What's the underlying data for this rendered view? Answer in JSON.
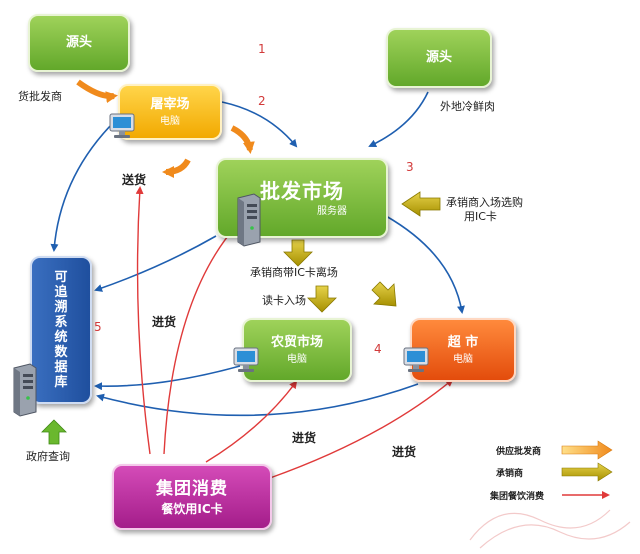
{
  "nodes": {
    "source_left": {
      "title": "源头"
    },
    "source_right": {
      "title": "源头"
    },
    "slaughterhouse": {
      "title": "屠宰场",
      "device": "电脑"
    },
    "wholesale_market": {
      "title": "批发市场",
      "device": "服务器"
    },
    "farmers_market": {
      "title": "农贸市场",
      "device": "电脑"
    },
    "supermarket": {
      "title": "超 市",
      "device": "电脑"
    },
    "group_consumption": {
      "title": "集团消费",
      "subtitle": "餐饮用IC卡"
    },
    "trace_db": {
      "title": "可追溯系统数据库"
    }
  },
  "labels": {
    "wholesaler": "货批发商",
    "frozen_meat": "外地冷鲜肉",
    "delivery": "送货",
    "dealer_entry": "承销商入场选购",
    "dealer_entry_2": "用IC卡",
    "dealer_exit": "承销商带IC卡离场",
    "card_entry": "读卡入场",
    "purchase_1": "进货",
    "purchase_2": "进货",
    "purchase_3": "进货",
    "gov_query": "政府查询"
  },
  "numbers": [
    "1",
    "2",
    "3",
    "4",
    "5"
  ],
  "legend": [
    {
      "label": "供应批发商",
      "color": "#f5a623"
    },
    {
      "label": "承销商",
      "color": "#b8a000"
    },
    {
      "label": "集团餐饮消费",
      "color": "#e03a3a"
    }
  ],
  "colors": {
    "blue_arrow": "#1f5fb0",
    "red_arrow": "#e03a3a",
    "orange_arrow": "#f08a1c",
    "olive_arrow": "#b8a000"
  }
}
